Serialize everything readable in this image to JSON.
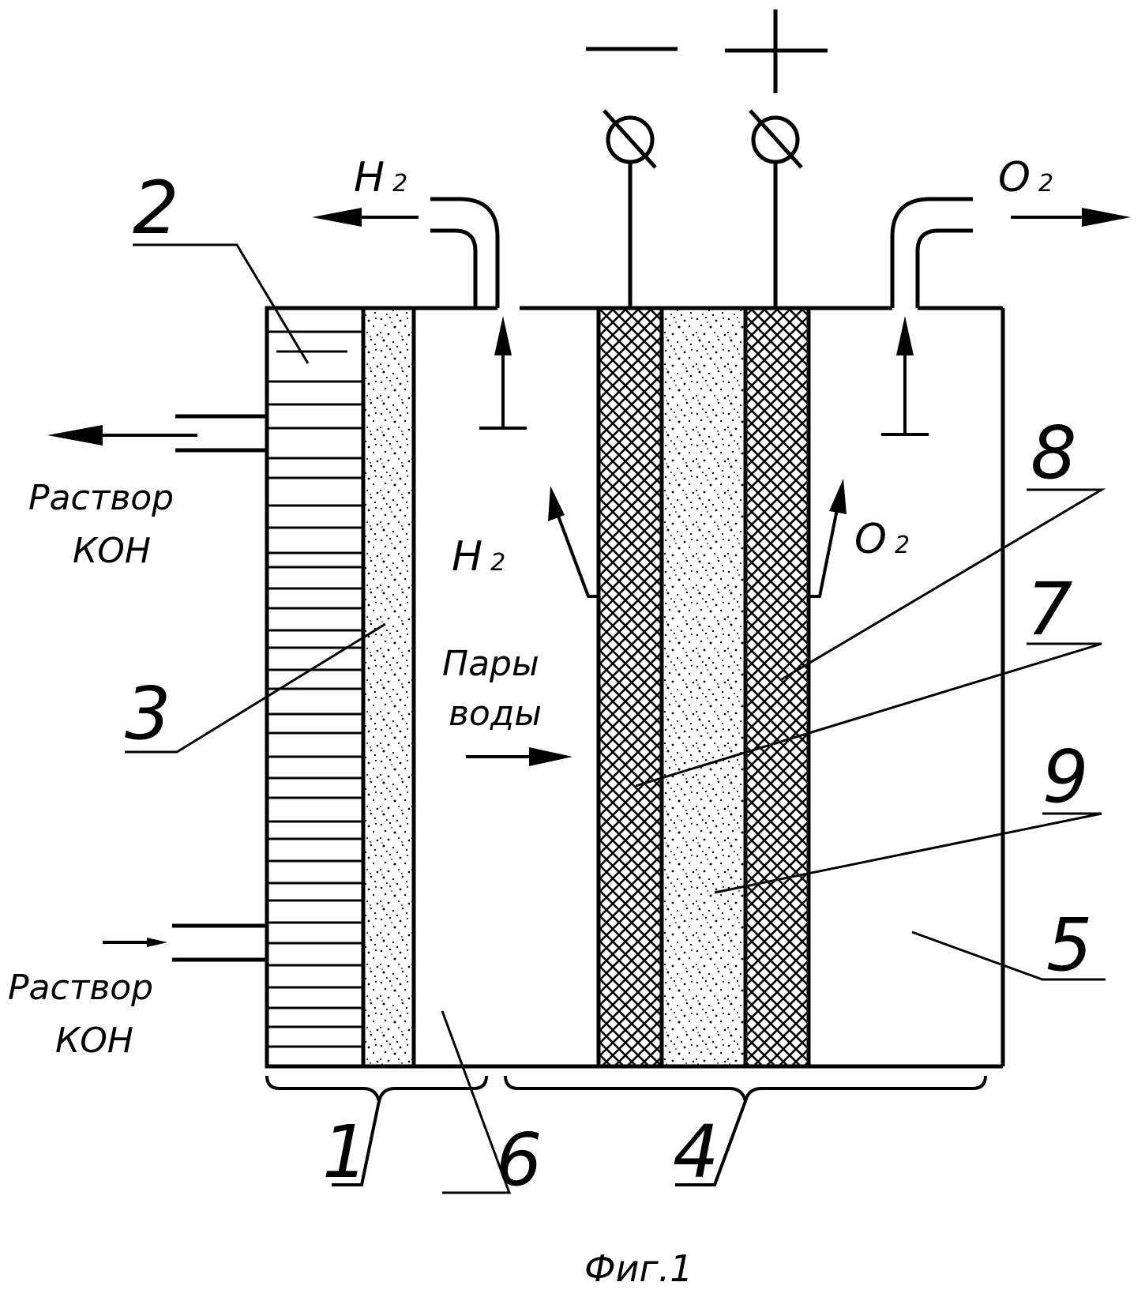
{
  "polarity": {
    "minus": "—",
    "plus": "+"
  },
  "gas_top_left": {
    "main": "H",
    "sub": "2"
  },
  "gas_top_right": {
    "main": "O",
    "sub": "2"
  },
  "gas_inner_left": {
    "main": "H",
    "sub": "2"
  },
  "gas_inner_right": {
    "main": "O",
    "sub": "2"
  },
  "koh_out": {
    "line1": "Раствор",
    "line2": "КОН"
  },
  "koh_in": {
    "line1": "Раствор",
    "line2": "КОН"
  },
  "vapor": {
    "line1": "Пары",
    "line2": "воды"
  },
  "callouts": {
    "n1": "1",
    "n2": "2",
    "n3": "3",
    "n4": "4",
    "n5": "5",
    "n6": "6",
    "n7": "7",
    "n8": "8",
    "n9": "9"
  },
  "caption": "Фиг.1"
}
